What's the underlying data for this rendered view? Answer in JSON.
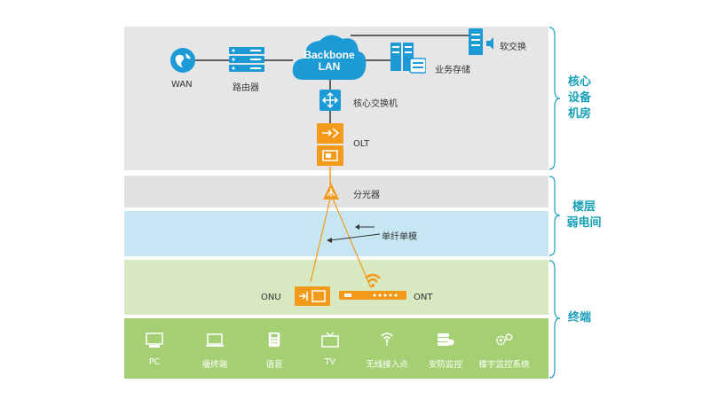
{
  "layers": {
    "core": [
      "核心",
      "设备",
      "机房"
    ],
    "floor": [
      "楼层",
      "弱电间"
    ],
    "terminal": [
      "终端"
    ]
  },
  "nodes": {
    "backbone_line1": "Backbone",
    "backbone_line2": "LAN",
    "wan": "WAN",
    "router": "路由器",
    "storage": "业务存储",
    "softswitch": "软交换",
    "core_switch": "核心交换机",
    "olt": "OLT",
    "splitter": "分光器",
    "fiber": "单纤单模",
    "onu": "ONU",
    "ont": "ONT"
  },
  "terminals": [
    {
      "label": "PC",
      "icon": "pc-icon"
    },
    {
      "label": "瘦终端",
      "icon": "thin-client-icon"
    },
    {
      "label": "语音",
      "icon": "phone-icon"
    },
    {
      "label": "TV",
      "icon": "tv-icon"
    },
    {
      "label": "无线接入点",
      "icon": "wifi-ap-icon"
    },
    {
      "label": "安防监控",
      "icon": "camera-icon"
    },
    {
      "label": "楼宇监控系统",
      "icon": "gears-icon"
    }
  ],
  "colors": {
    "core_band": "#e6e6e6",
    "floor_band": "#e2e2e2",
    "lightblue_band": "#c6e6f4",
    "green_band": "#d8e8c0",
    "terminal_band": "#a4cf72",
    "accent_blue": "#1b9ad6",
    "accent_orange": "#f39a1b",
    "brace_teal": "#18a0b8"
  }
}
